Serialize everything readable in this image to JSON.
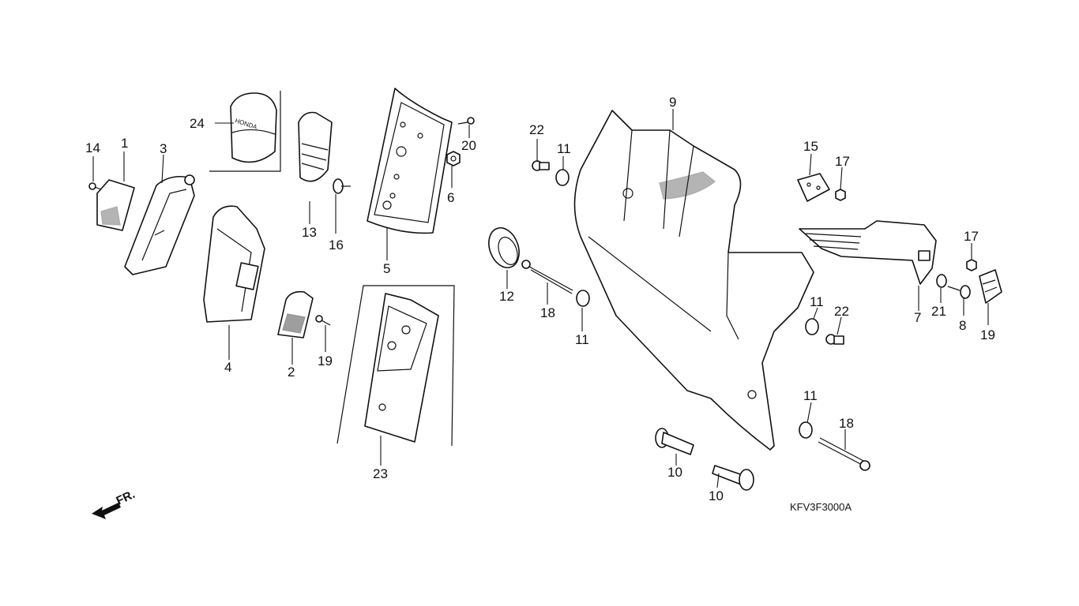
{
  "diagram": {
    "code": "KFV3F3000A",
    "direction_label": "FR.",
    "logo_text": "HONDA",
    "callouts": [
      "1",
      "2",
      "3",
      "4",
      "5",
      "6",
      "7",
      "8",
      "9",
      "10",
      "10",
      "11",
      "11",
      "11",
      "11",
      "12",
      "13",
      "14",
      "15",
      "16",
      "17",
      "17",
      "18",
      "18",
      "19",
      "19",
      "20",
      "21",
      "22",
      "22",
      "23",
      "24"
    ]
  }
}
